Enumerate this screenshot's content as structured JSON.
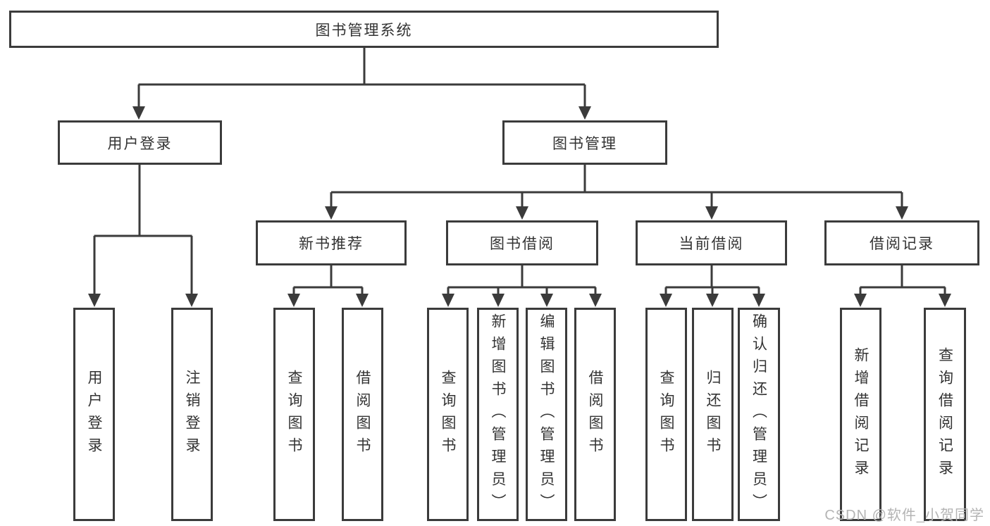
{
  "diagram_title": "图书管理系统",
  "tree": {
    "root": {
      "label": "图书管理系统"
    },
    "branches": [
      {
        "label": "用户登录",
        "children": [
          {
            "label": "用户登录"
          },
          {
            "label": "注销登录"
          }
        ]
      },
      {
        "label": "图书管理",
        "children": [
          {
            "label": "新书推荐",
            "children": [
              {
                "label": "查询图书"
              },
              {
                "label": "借阅图书"
              }
            ]
          },
          {
            "label": "图书借阅",
            "children": [
              {
                "label": "查询图书"
              },
              {
                "label": "新增图书（管理员）"
              },
              {
                "label": "编辑图书（管理员）"
              },
              {
                "label": "借阅图书"
              }
            ]
          },
          {
            "label": "当前借阅",
            "children": [
              {
                "label": "查询图书"
              },
              {
                "label": "归还图书"
              },
              {
                "label": "确认归还（管理员）"
              }
            ]
          },
          {
            "label": "借阅记录",
            "children": [
              {
                "label": "新增借阅记录"
              },
              {
                "label": "查询借阅记录"
              }
            ]
          }
        ]
      }
    ]
  },
  "watermark": {
    "text": "CSDN @软件_小贺同学",
    "color": "#b4b4b4"
  },
  "colors": {
    "line": "#3b3b3b",
    "box_border": "#3b3b3b",
    "text": "#333333",
    "background": "#ffffff"
  }
}
